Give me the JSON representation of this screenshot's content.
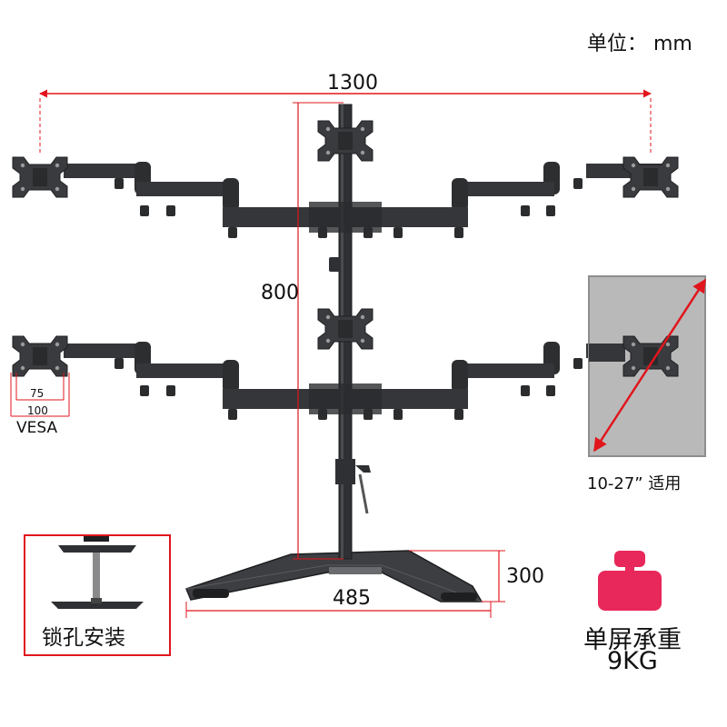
{
  "unit": "单位： mm",
  "dimensions": {
    "width": "1300",
    "height": "800",
    "base_width": "485",
    "base_depth": "300"
  },
  "vesa": {
    "inner": "75",
    "outer": "100",
    "label": "VESA"
  },
  "screen_size": {
    "text": "10-27” 适用"
  },
  "lock_mount": {
    "label": "锁孔安装"
  },
  "load": {
    "title": "单屏承重",
    "value": "9KG"
  },
  "colors": {
    "accent": "#e0161c",
    "weight_icon": "#e8275a",
    "metal": "#2f3033",
    "dimension_line": "#e0161c"
  },
  "icons": [
    "weight-icon",
    "vesa-plate-icon",
    "monitor-arm-icon"
  ]
}
